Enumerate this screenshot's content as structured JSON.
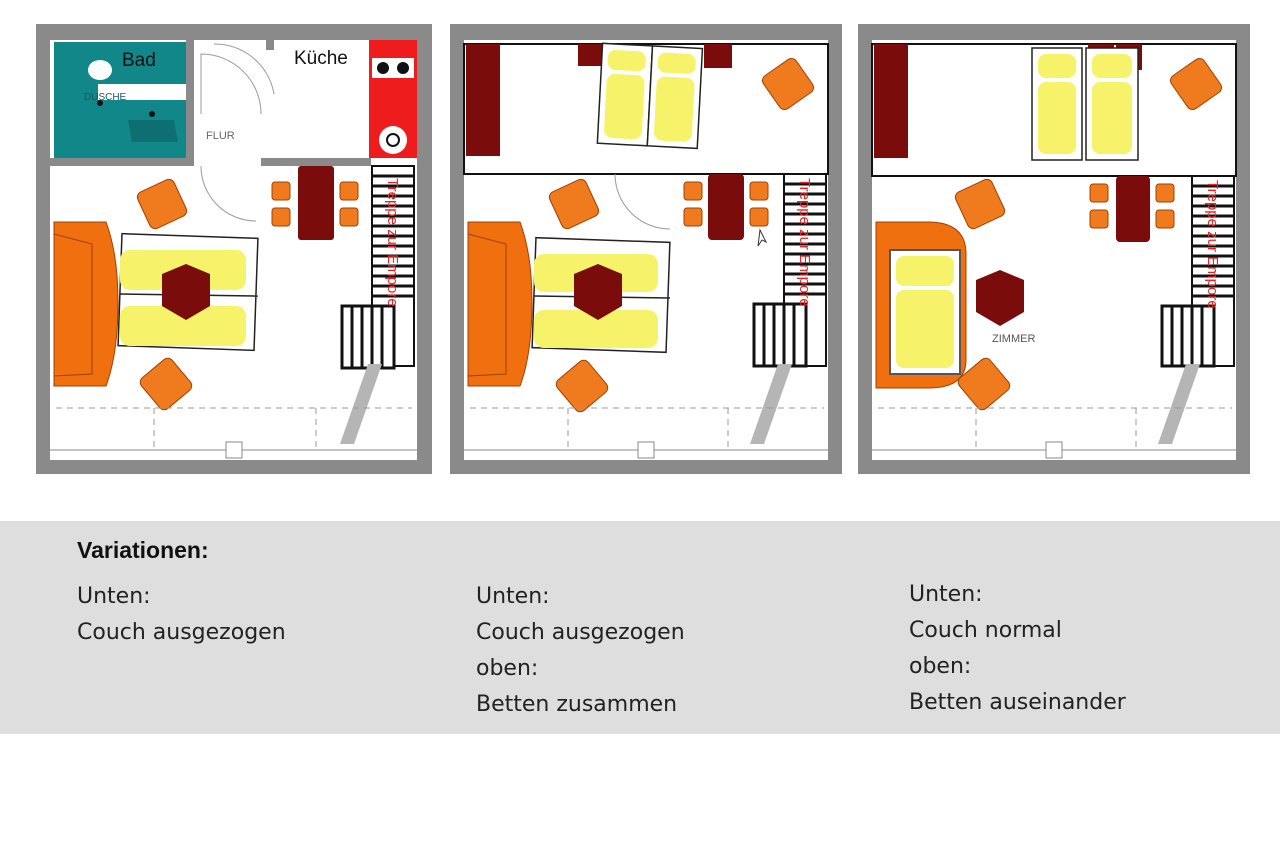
{
  "labels": {
    "bad": "Bad",
    "kueche": "Küche",
    "dusche": "DUSCHE",
    "flur": "FLUR",
    "treppe": "Treppe zur Empore",
    "zimmer": "ZIMMER"
  },
  "caption": {
    "heading": "Variationen:",
    "variants": [
      {
        "line1": "Unten:",
        "line2": "Couch ausgezogen"
      },
      {
        "line1": "Unten:",
        "line2": "Couch ausgezogen",
        "line3": "oben:",
        "line4": "Betten zusammen"
      },
      {
        "line1": "Unten:",
        "line2": "Couch normal",
        "line3": "oben:",
        "line4": "Betten auseinander"
      }
    ]
  },
  "colors": {
    "wall": "#8a8a8a",
    "couch": "#f07010",
    "armchair": "#f07b1e",
    "bed": "#f6f36a",
    "table": "#7a0c0c",
    "kitchen": "#ee1c1c",
    "bathroom": "#12878a",
    "stair_text": "#ee2222",
    "band": "#dedede"
  }
}
